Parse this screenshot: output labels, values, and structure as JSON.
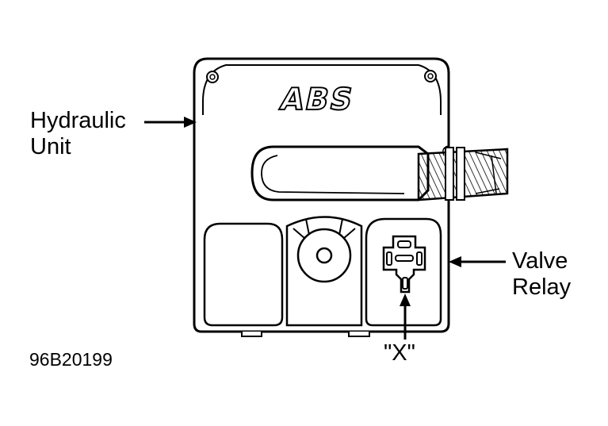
{
  "labels": {
    "hydraulic_line1": "Hydraulic",
    "hydraulic_line2": "Unit",
    "valve_line1": "Valve",
    "valve_line2": "Relay",
    "x_marker": "\"X\"",
    "figure_code": "96B20199"
  },
  "logo": {
    "text": "ABS"
  },
  "colors": {
    "ink": "#000000",
    "background": "#ffffff"
  }
}
